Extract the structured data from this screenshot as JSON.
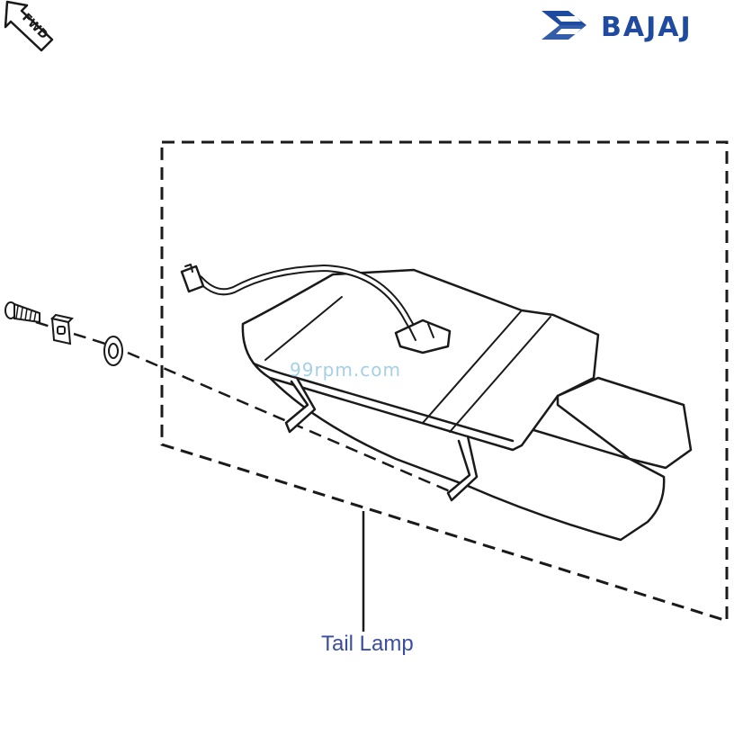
{
  "fwd_indicator": {
    "label": "FWD",
    "icon": "fwd-arrow-icon"
  },
  "brand": {
    "name": "BAJAJ",
    "icon": "bajaj-logo-icon",
    "color": "#1e4ba0"
  },
  "watermark": {
    "text": "99rpm.com",
    "color": "#8fc4e0"
  },
  "callout": {
    "label": "Tail Lamp",
    "color": "#3a4ea0"
  },
  "parts": [
    {
      "name": "screw",
      "icon": "screw-icon"
    },
    {
      "name": "nut-clip",
      "icon": "clip-icon"
    },
    {
      "name": "grommet",
      "icon": "grommet-icon"
    },
    {
      "name": "tail-lamp-assembly",
      "icon": "tail-lamp-icon"
    }
  ],
  "colors": {
    "line": "#1a1a1a",
    "background": "#ffffff"
  }
}
